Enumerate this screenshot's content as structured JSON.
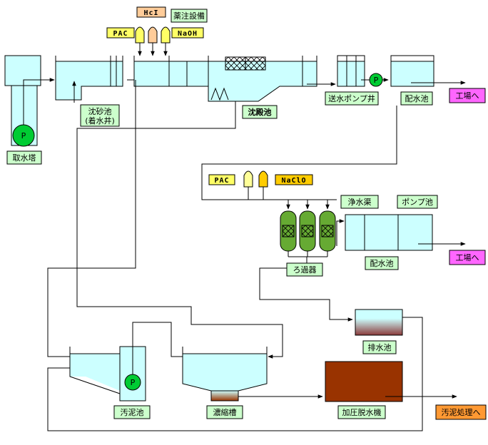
{
  "colors": {
    "water": "#CCFFFF",
    "tag_fill": "#CCFFCC",
    "pump": "#00CC33",
    "filter": "#66AA33",
    "chem_yellow": "#FFFF66",
    "chem_orange": "#FFCC99",
    "chem_gold": "#FFCC00",
    "factory_tag": "#FF66FF",
    "sludge_tag": "#FF9933",
    "sludge": "#993300",
    "line": "#000000"
  },
  "labels": {
    "intake_tower": "取水塔",
    "grit_basin_line1": "沈砂池",
    "grit_basin_line2": "(着水井)",
    "sedimentation": "沈殿池",
    "transfer_pump_well": "送水ポンプ井",
    "distribution_tank_1": "配水池",
    "distribution_tank_2": "配水池",
    "chem_equipment": "薬注設備",
    "clear_water_channel": "浄水渠",
    "pump_tank": "ポンプ池",
    "filters": "ろ過器",
    "drain_tank": "排水池",
    "sludge_tank": "汚泥池",
    "thickener": "濃縮槽",
    "filter_press": "加圧脱水機"
  },
  "chemicals": {
    "pac_1": "PAC",
    "hcl": "HcI",
    "naoh": "NaOH",
    "pac_2": "PAC",
    "naclo": "NaClO"
  },
  "destinations": {
    "factory_1": "工場へ",
    "factory_2": "工場へ",
    "sludge_disposal": "汚泥処理へ"
  },
  "pump_glyph": "P",
  "icons": [
    "pump-icon",
    "arrow-icon",
    "filter-icon",
    "chemical-tank-icon"
  ]
}
